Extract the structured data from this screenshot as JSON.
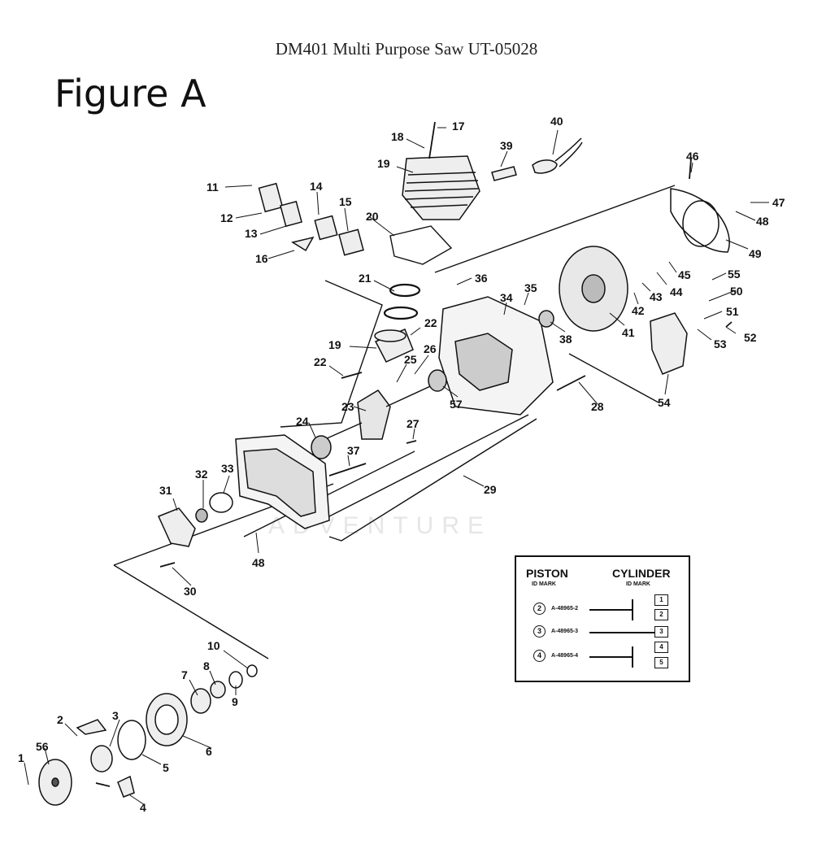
{
  "document": {
    "title": "DM401 Multi Purpose Saw UT-05028",
    "figure_label": "Figure A",
    "watermark": "ADVENTURE"
  },
  "callouts": [
    "1",
    "2",
    "3",
    "4",
    "5",
    "6",
    "7",
    "8",
    "9",
    "10",
    "11",
    "12",
    "13",
    "14",
    "15",
    "16",
    "17",
    "18",
    "19",
    "19",
    "20",
    "21",
    "22",
    "22",
    "23",
    "24",
    "25",
    "26",
    "27",
    "28",
    "29",
    "30",
    "31",
    "32",
    "33",
    "34",
    "35",
    "36",
    "37",
    "38",
    "39",
    "40",
    "41",
    "42",
    "43",
    "44",
    "45",
    "46",
    "47",
    "48",
    "48",
    "49",
    "50",
    "51",
    "52",
    "53",
    "54",
    "55",
    "56",
    "57"
  ],
  "legend": {
    "piston_title": "PISTON",
    "piston_sub": "ID MARK",
    "cylinder_title": "CYLINDER",
    "cylinder_sub": "ID MARK",
    "rows": [
      {
        "circle": "2",
        "code": "A-48965-2",
        "boxes": [
          "1",
          "2"
        ]
      },
      {
        "circle": "3",
        "code": "A-48965-3",
        "boxes": [
          "3"
        ]
      },
      {
        "circle": "4",
        "code": "A-48965-4",
        "boxes": [
          "4",
          "5"
        ]
      }
    ]
  }
}
